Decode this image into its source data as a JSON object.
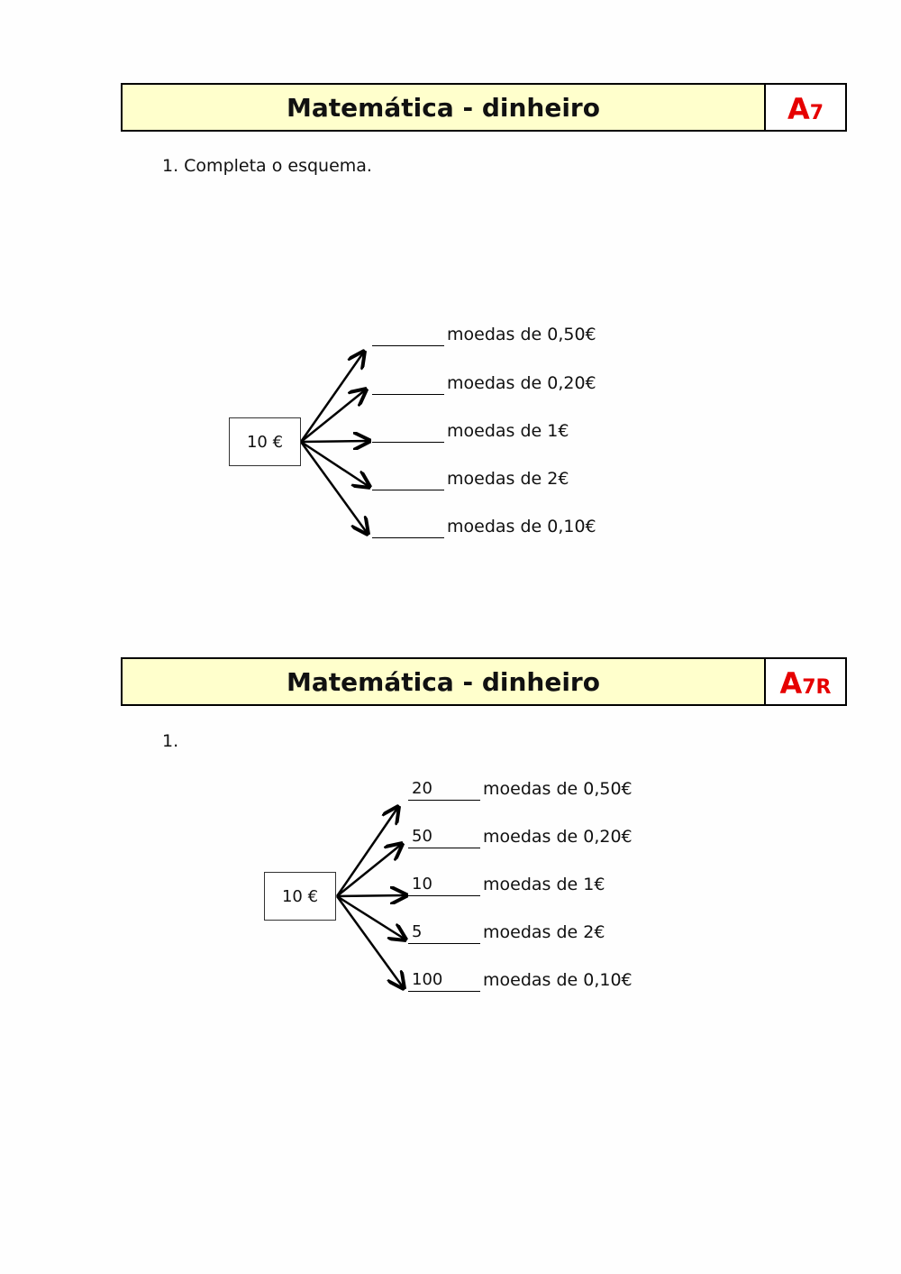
{
  "worksheet": {
    "title": "Matemática - dinheiro",
    "code_letter": "A",
    "code_suffix": "7",
    "instruction": "1. Completa o esquema.",
    "total": "10 €",
    "rows": [
      {
        "answer": "",
        "label": "moedas de 0,50€"
      },
      {
        "answer": "",
        "label": "moedas de 0,20€"
      },
      {
        "answer": "",
        "label": "moedas de 1€"
      },
      {
        "answer": "",
        "label": "moedas de 2€"
      },
      {
        "answer": "",
        "label": "moedas de 0,10€"
      }
    ]
  },
  "answers": {
    "title": "Matemática - dinheiro",
    "code_letter": "A",
    "code_suffix": "7R",
    "instruction": "1.",
    "total": "10 €",
    "rows": [
      {
        "answer": "20",
        "label": "moedas de 0,50€"
      },
      {
        "answer": "50",
        "label": "moedas de 0,20€"
      },
      {
        "answer": "10",
        "label": "moedas de 1€"
      },
      {
        "answer": "5",
        "label": "moedas de 2€"
      },
      {
        "answer": "100",
        "label": "moedas de 0,10€"
      }
    ]
  },
  "colors": {
    "header_fill": "#ffffcc",
    "code_red": "#e60000"
  }
}
